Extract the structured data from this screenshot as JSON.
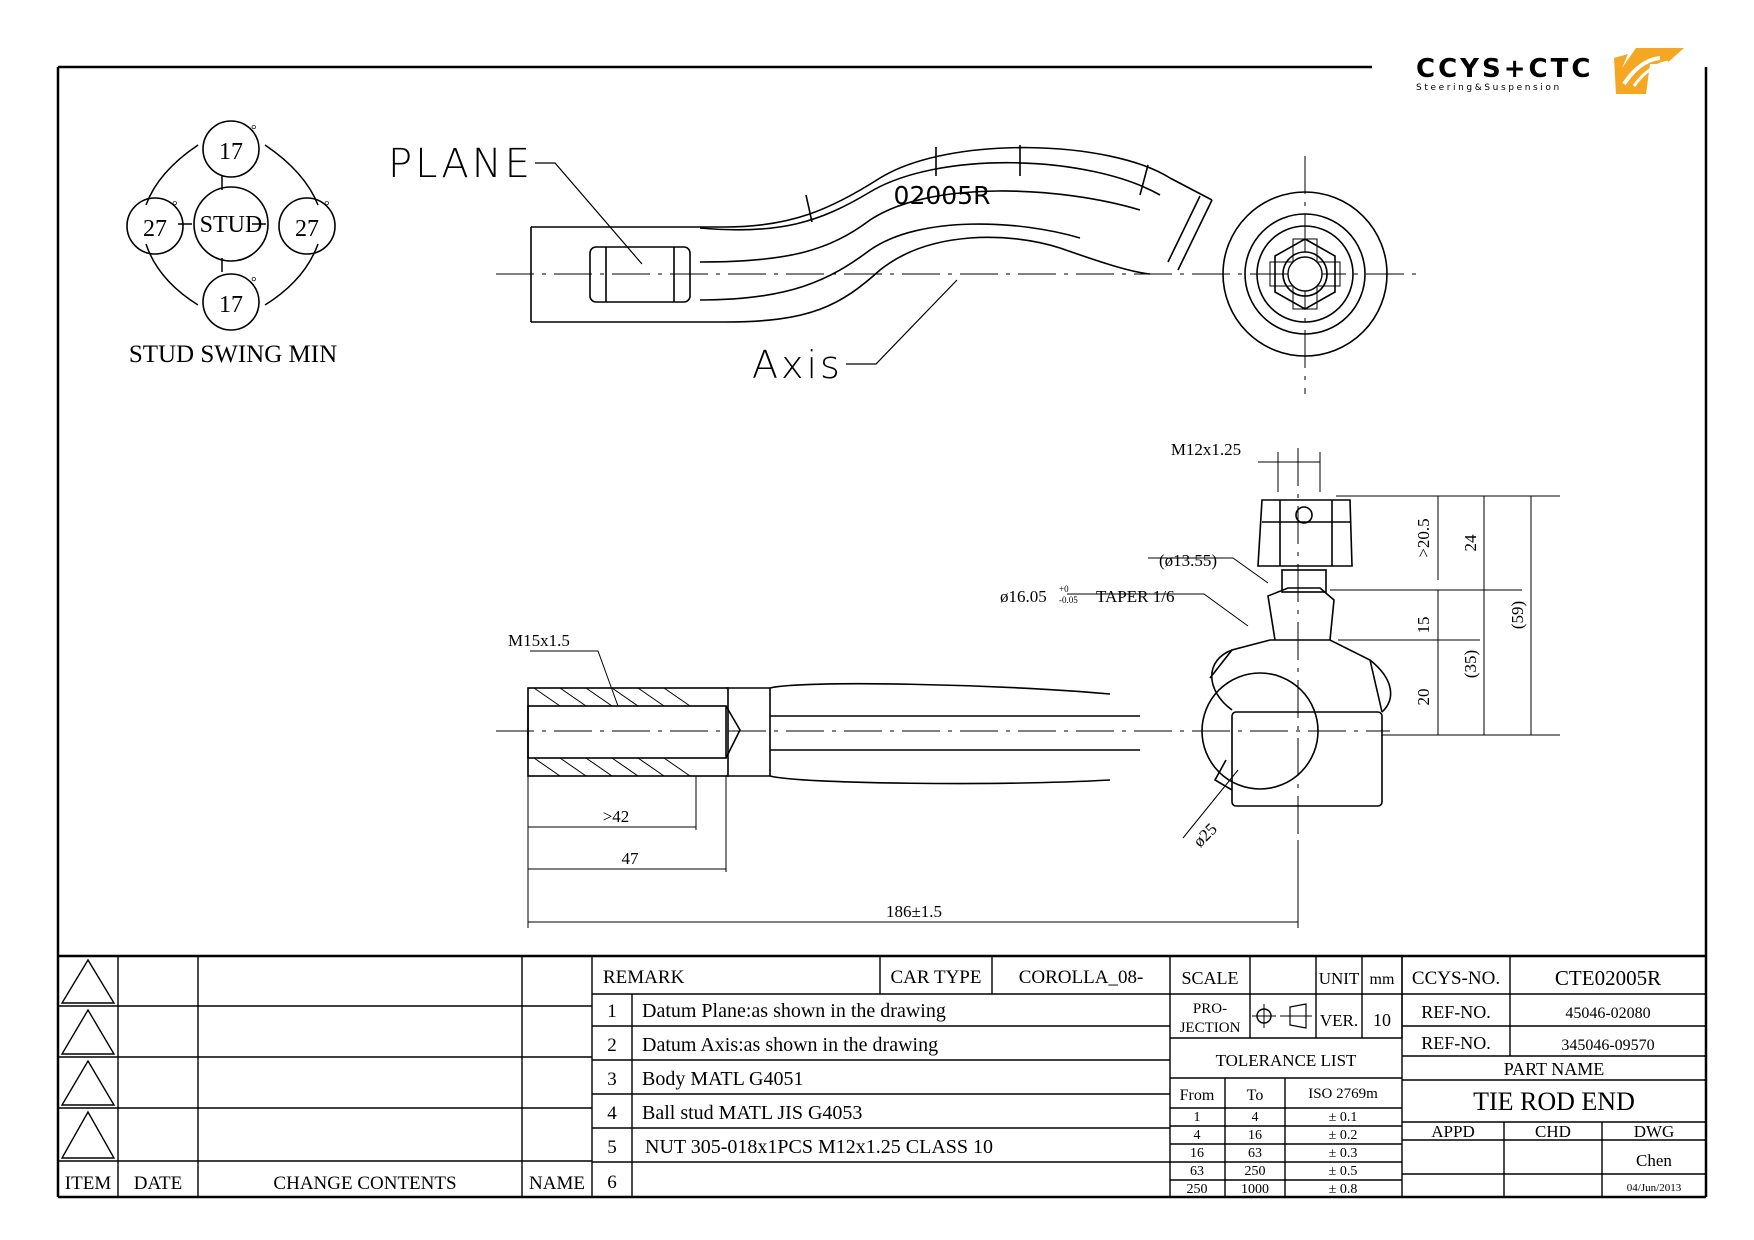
{
  "logo": {
    "brand": "CCYS+CTC",
    "tagline": "Steering&Suspension",
    "accent_color": "#f5a623",
    "gray_color": "#8a8a8a"
  },
  "swing": {
    "top": "17",
    "bottom": "17",
    "left": "27",
    "right": "27",
    "center": "STUD",
    "degree": "°",
    "caption": "STUD SWING MIN"
  },
  "top_view": {
    "part_mark": "02005R",
    "plane_label": "PLANE",
    "axis_label": "Axis"
  },
  "side_view": {
    "dims": {
      "m12": "M12x1.25",
      "d1355": "(ø13.55)",
      "d1605": "ø16.05",
      "tol_up": "+0",
      "tol_dn": "-0.05",
      "taper": "TAPER 1/6",
      "m15": "M15x1.5",
      "d42": ">42",
      "d47": "47",
      "d186": "186±1.5",
      "d25": "ø25",
      "v205": ">20.5",
      "v24": "24",
      "v59": "(59)",
      "v15": "15",
      "v35": "(35)",
      "v20": "20"
    }
  },
  "revision": {
    "headers": {
      "item": "ITEM",
      "date": "DATE",
      "contents": "CHANGE CONTENTS",
      "name": "NAME"
    },
    "rows": 4
  },
  "remark": {
    "title": "REMARK",
    "car_type_label": "CAR TYPE",
    "car_type": "COROLLA_08-",
    "items": [
      {
        "no": "1",
        "text": "Datum Plane:as shown in the drawing"
      },
      {
        "no": "2",
        "text": "Datum Axis:as shown in the drawing"
      },
      {
        "no": "3",
        "text": "Body MATL G4051"
      },
      {
        "no": "4",
        "text": "Ball stud MATL JIS G4053"
      },
      {
        "no": "5",
        "text": "NUT 305-018x1PCS M12x1.25 CLASS 10"
      },
      {
        "no": "6",
        "text": ""
      }
    ]
  },
  "info": {
    "scale_label": "SCALE",
    "scale": "",
    "unit_label": "UNIT",
    "unit": "mm",
    "projection_1": "PRO-",
    "projection_2": "JECTION",
    "ver_label": "VER.",
    "ver": "10",
    "tolerance_title": "TOLERANCE LIST",
    "tol_headers": {
      "from": "From",
      "to": "To",
      "std": "ISO 2769m"
    },
    "tolerances": [
      {
        "from": "1",
        "to": "4",
        "tol": "± 0.1"
      },
      {
        "from": "4",
        "to": "16",
        "tol": "± 0.2"
      },
      {
        "from": "16",
        "to": "63",
        "tol": "± 0.3"
      },
      {
        "from": "63",
        "to": "250",
        "tol": "± 0.5"
      },
      {
        "from": "250",
        "to": "1000",
        "tol": "± 0.8"
      }
    ]
  },
  "title_block": {
    "ccys_label": "CCYS-NO.",
    "ccys_no": "CTE02005R",
    "ref_label_1": "REF-NO.",
    "ref_no_1": "45046-02080",
    "ref_label_2": "REF-NO.",
    "ref_no_2": "345046-09570",
    "part_name_label": "PART NAME",
    "part_name": "TIE ROD END",
    "appd": "APPD",
    "chd": "CHD",
    "dwg": "DWG",
    "drawn_by": "Chen",
    "date": "04/Jun/2013"
  }
}
